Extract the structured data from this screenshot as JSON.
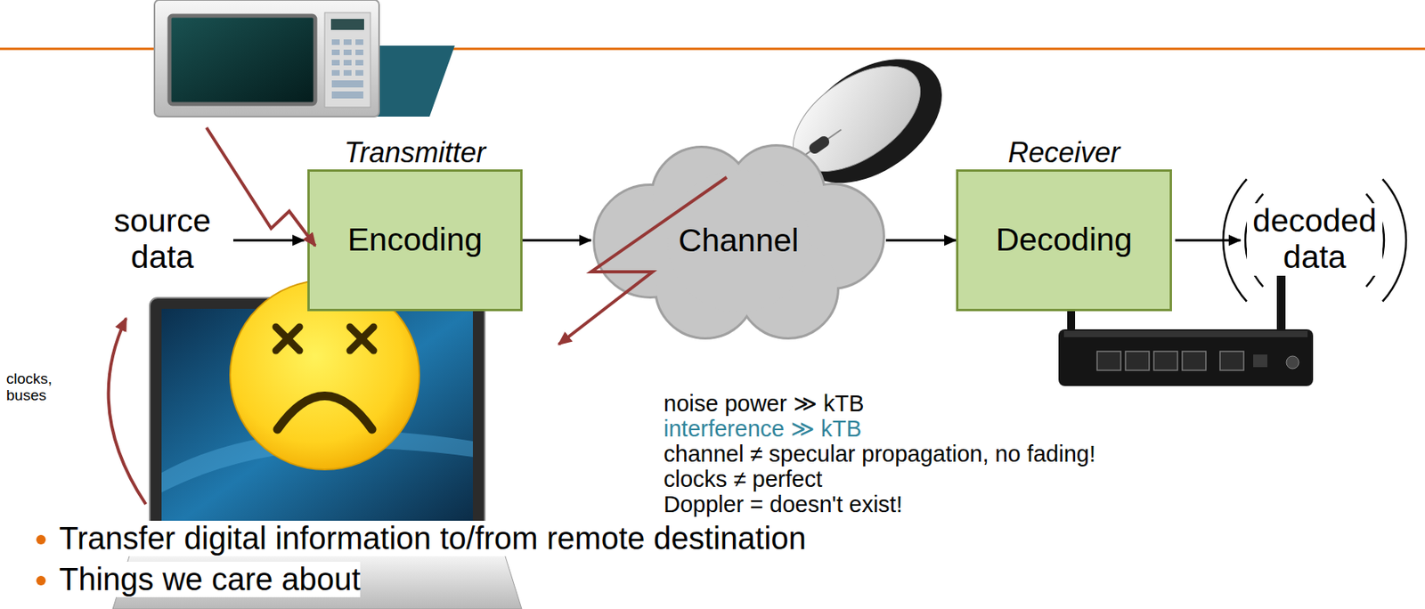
{
  "diagram": {
    "nodes": [
      {
        "text": [
          "Transmitter",
          "Encoding"
        ]
      },
      {
        "text": [
          "Channel"
        ]
      },
      {
        "text": [
          "Receiver",
          "Decoding"
        ]
      }
    ],
    "edges": [
      {
        "from": 0,
        "to": 1,
        "arrow": "to"
      },
      {
        "from": 1,
        "to": 2,
        "arrow": "to"
      }
    ],
    "labels": [
      "source data",
      "decoded data",
      "clocks, buses",
      "noise power ≫ kTB",
      "interference ≫ kTB",
      "channel ≠ specular propagation, no fading!",
      "clocks ≠ perfect",
      "Doppler = doesn't exist!",
      "Transfer digital information to/from remote destination",
      "Things we care about"
    ]
  }
}
